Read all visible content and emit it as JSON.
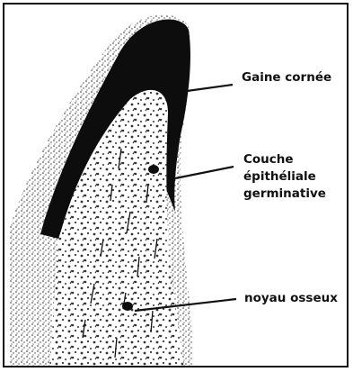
{
  "labels": {
    "gaine": "Gaine cornée",
    "couche": [
      "Couche",
      "épithéliale",
      "germinative"
    ],
    "noyau": "noyau osseux"
  },
  "colors": {
    "sheath": "#0d0d0d",
    "stipple": "#3a3a3a",
    "background": "#ffffff"
  }
}
